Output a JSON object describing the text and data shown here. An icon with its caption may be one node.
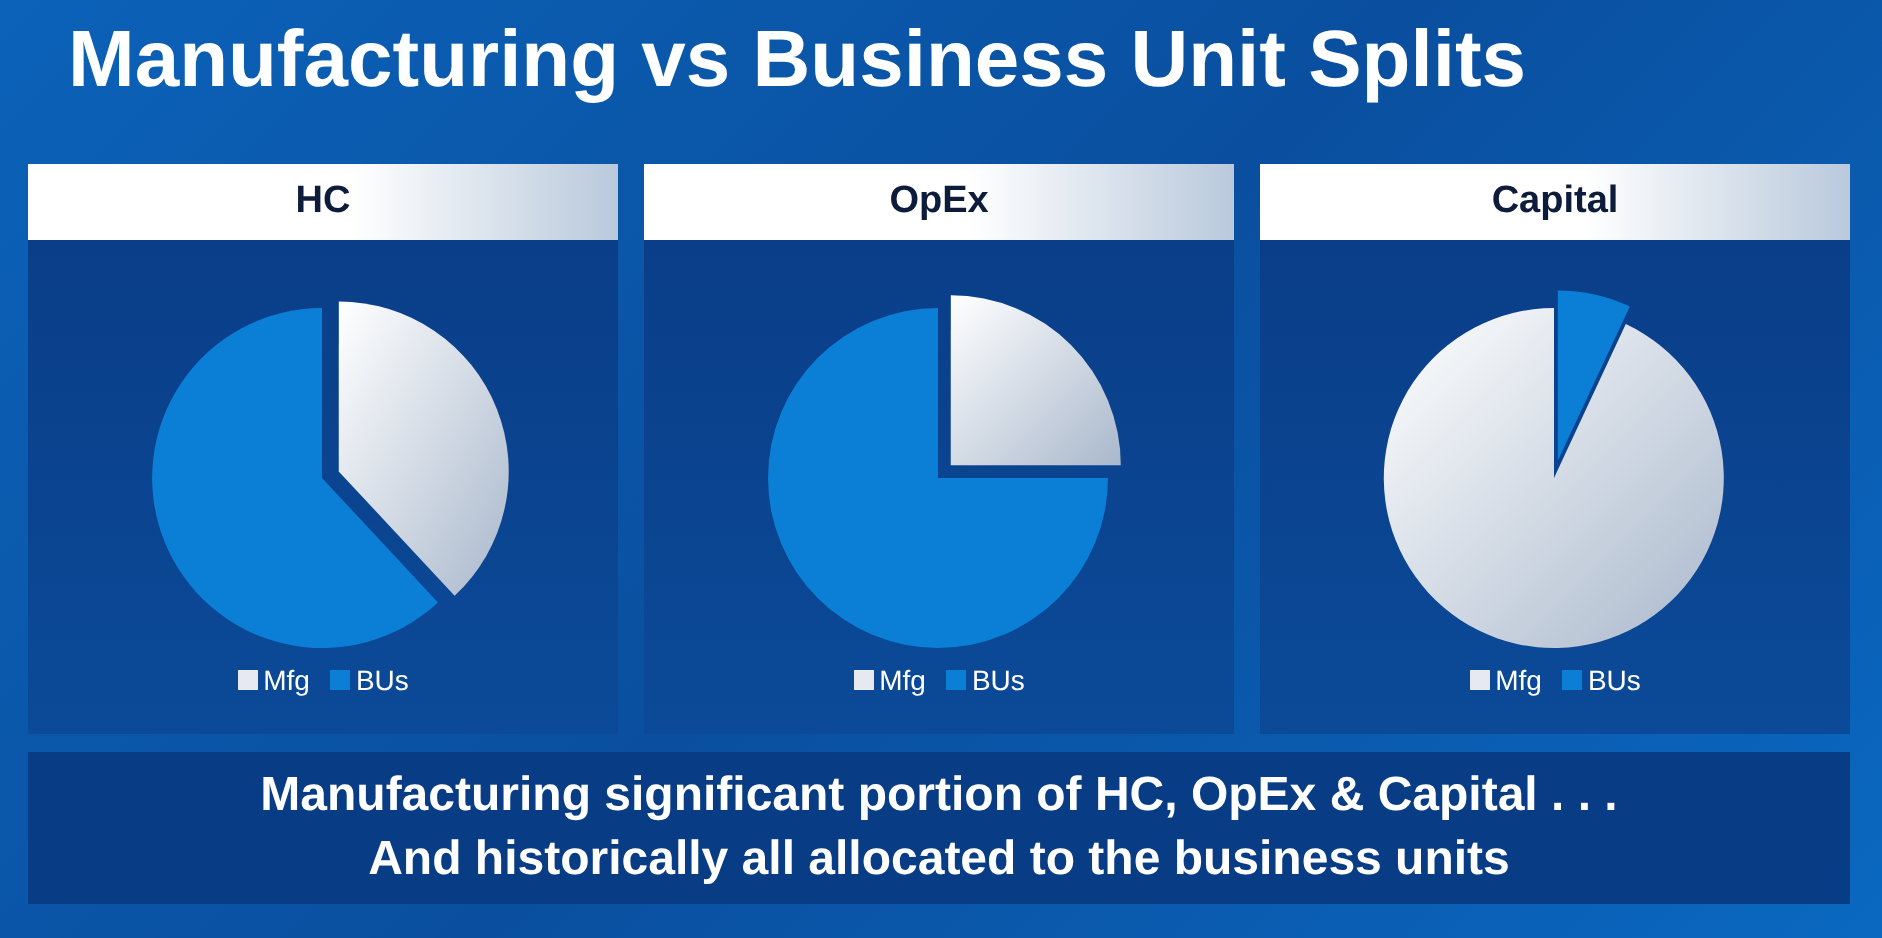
{
  "diagram": {
    "title": "Manufacturing vs Business Unit Splits",
    "nodes": [
      {
        "text": [
          "HC"
        ]
      },
      {
        "text": [
          "OpEx"
        ]
      },
      {
        "text": [
          "Capital"
        ]
      },
      {
        "text": [
          "Manufacturing significant portion of HC, OpEx & Capital . . .",
          "And historically all allocated to the business units"
        ]
      }
    ],
    "legend": [
      {
        "text": "Mfg",
        "color": "#e6eaf0"
      },
      {
        "text": "BUs",
        "color": "#0b7fd6"
      },
      {
        "text": "Mfg",
        "color": "#e6eaf0"
      },
      {
        "text": "BUs",
        "color": "#0b7fd6"
      },
      {
        "text": "Mfg",
        "color": "#e6eaf0"
      },
      {
        "text": "BUs",
        "color": "#0b7fd6"
      }
    ]
  }
}
